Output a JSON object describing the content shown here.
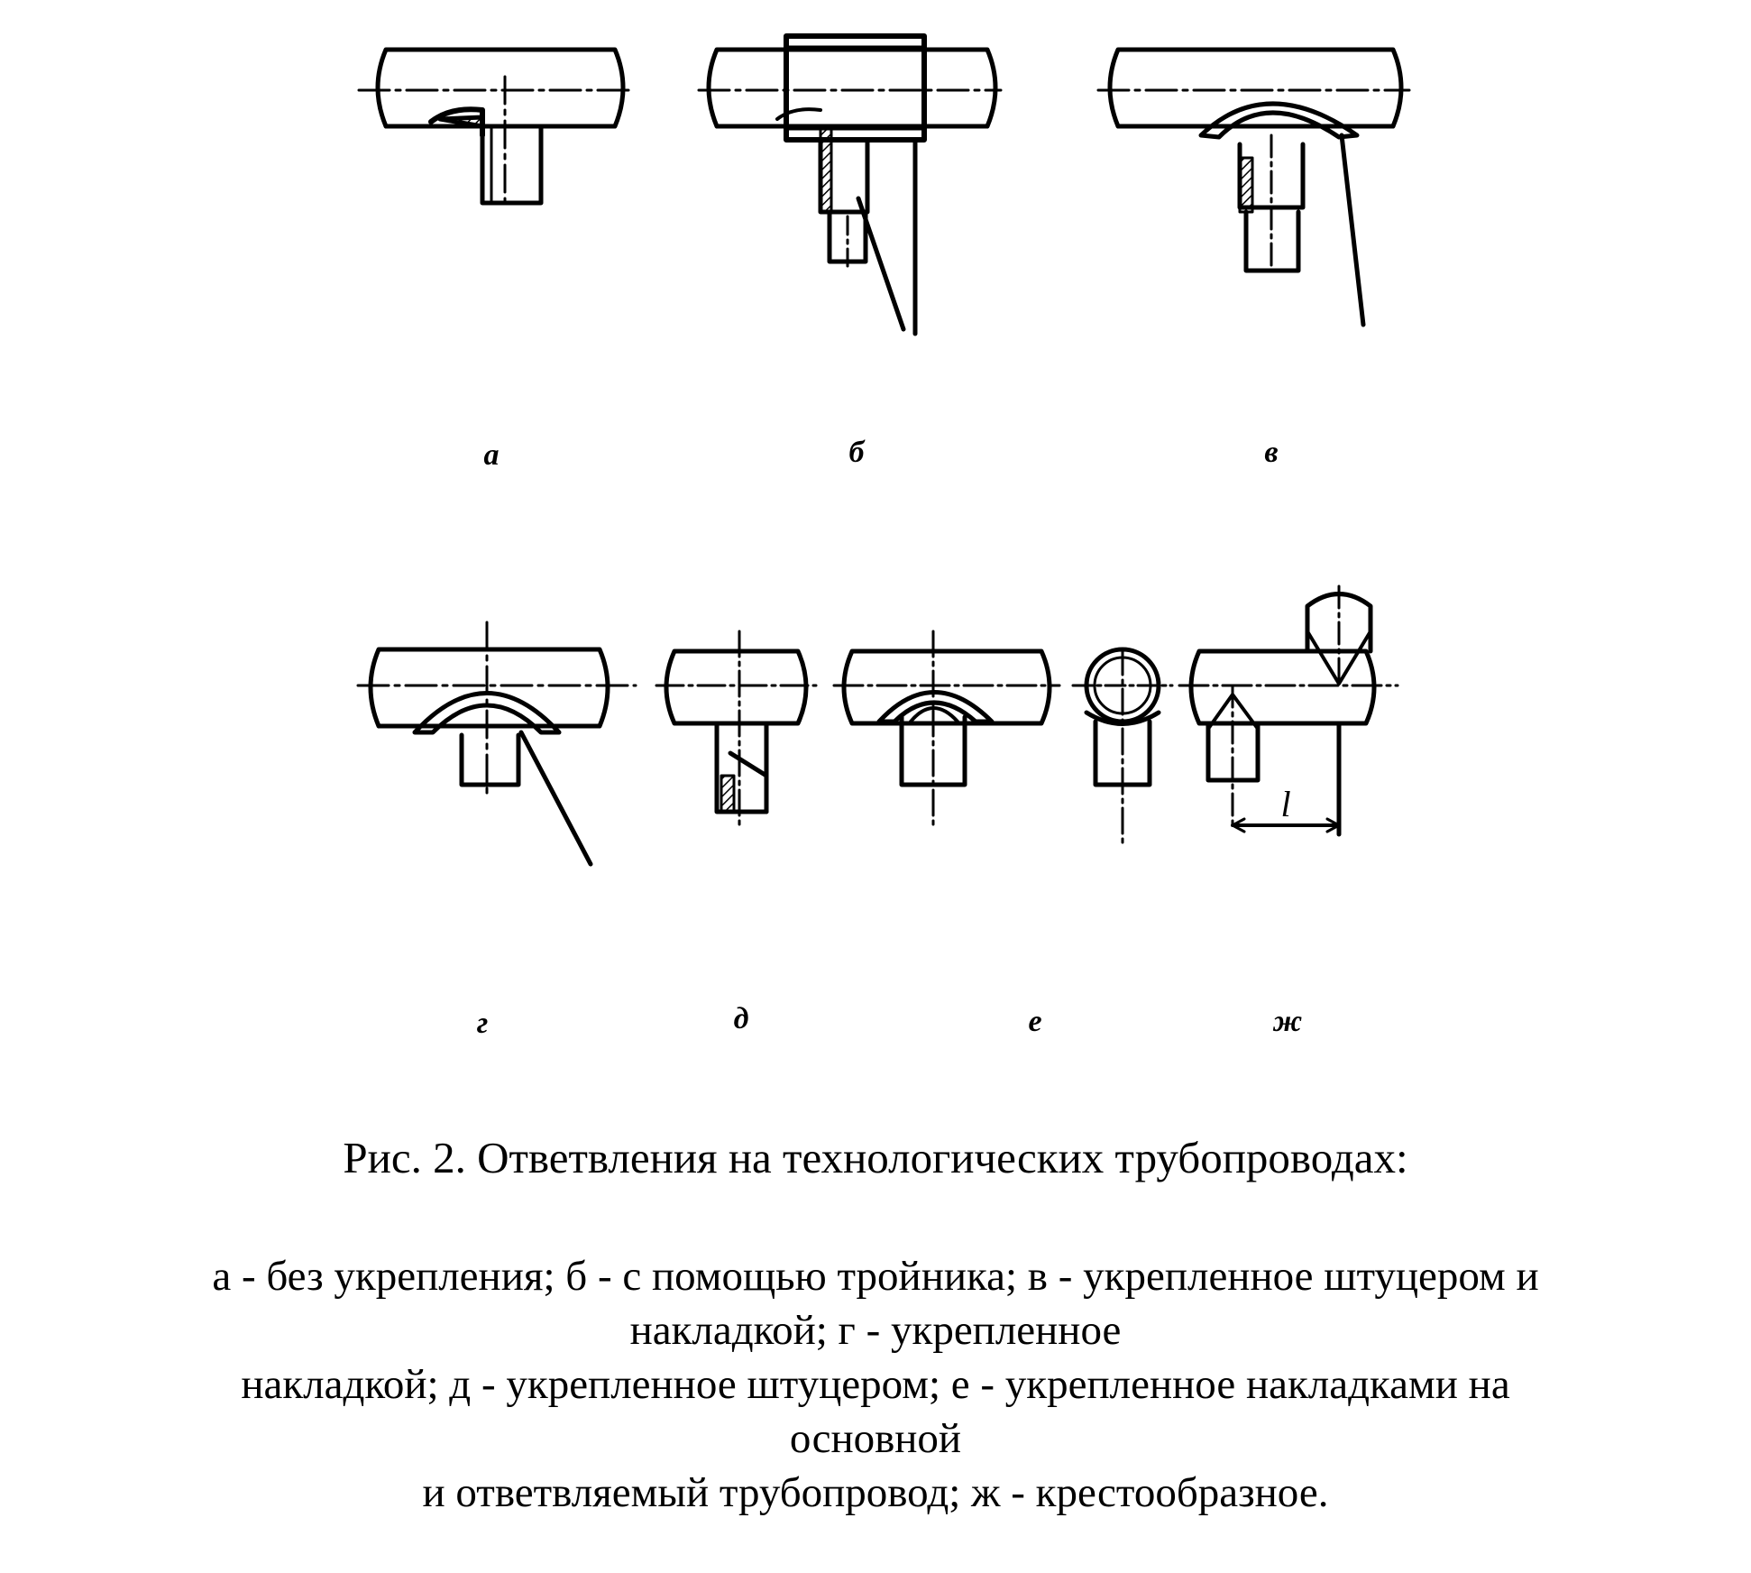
{
  "labels": {
    "a": "а",
    "b": "б",
    "v": "в",
    "g": "г",
    "d": "д",
    "e": "е",
    "zh": "ж"
  },
  "dimension": "l",
  "caption": {
    "title": "Рис. 2. Ответвления на технологических трубопроводах:",
    "lines": [
      "а - без укрепления; б - с помощью тройника; в - укрепленное штуцером и",
      "накладкой; г - укрепленное",
      "накладкой; д - укрепленное штуцером; е - укрепленное накладками на",
      "основной",
      "и ответвляемый трубопровод; ж - крестообразное."
    ]
  },
  "colors": {
    "ink": "#000000",
    "paper": "#ffffff"
  }
}
